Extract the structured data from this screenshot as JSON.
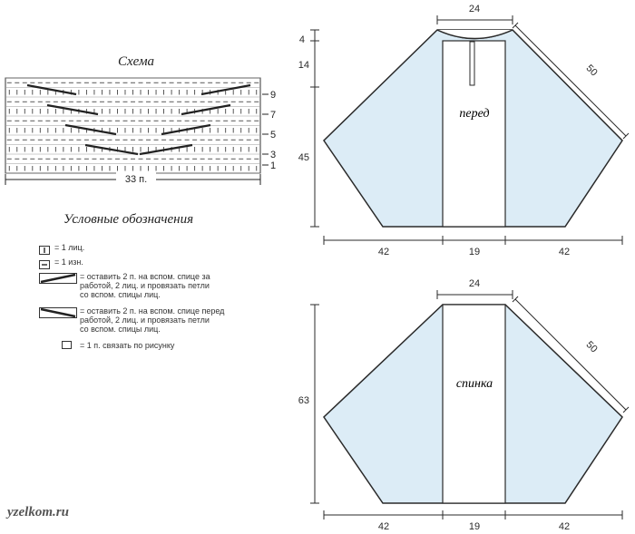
{
  "scheme": {
    "title": "Схема",
    "row_labels": [
      "9",
      "7",
      "5",
      "3",
      "1"
    ],
    "width_label": "33 п."
  },
  "legend": {
    "title": "Условные обозначения",
    "items": [
      {
        "symbol": "knit-symbol",
        "text": [
          "= 1 лиц."
        ]
      },
      {
        "symbol": "purl-symbol",
        "text": [
          "= 1 изн."
        ]
      },
      {
        "symbol": "cable-back-symbol",
        "text": [
          "= оставить 2 п. на вспом. спице за",
          "работой, 2 лиц. и провязать петли",
          "со вспом. спицы лиц."
        ]
      },
      {
        "symbol": "cable-front-symbol",
        "text": [
          "= оставить 2 п. на вспом. спице перед",
          "работой, 2 лиц. и провязать петли",
          "со вспом. спицы лиц."
        ]
      },
      {
        "symbol": "pattern-stitch-symbol",
        "text": [
          "= 1 п. связать по рисунку"
        ]
      }
    ]
  },
  "front": {
    "label": "перед",
    "dims": {
      "top": "24",
      "side": "50",
      "left_a": "4",
      "left_b": "14",
      "left_c": "45",
      "bottom_left": "42",
      "bottom_mid": "19",
      "bottom_right": "42"
    }
  },
  "back": {
    "label": "спинка",
    "dims": {
      "top": "24",
      "side": "50",
      "left": "63",
      "bottom_left": "42",
      "bottom_mid": "19",
      "bottom_right": "42"
    }
  },
  "colors": {
    "panel": "#dcecf6",
    "outline": "#2a2a2a"
  },
  "watermark": "yzelkom.ru"
}
